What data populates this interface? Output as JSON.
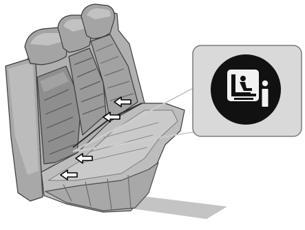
{
  "figure": {
    "subject": "rear-bench-seat",
    "highlighted_feature": "child-seat-anchor-points",
    "arrow_count": 4,
    "callout_icon": "isofix-child-seat-icon",
    "callout_letter": "i"
  },
  "colors": {
    "background": "#ffffff",
    "seat_light": "#b8b8b8",
    "seat_mid": "#9a9a9a",
    "seat_dark": "#6e6e6e",
    "outline": "#3a3a3a",
    "callout_bg": "#d9d9d9",
    "icon_disc": "#111111",
    "icon_tile": "#f2f2f2"
  }
}
